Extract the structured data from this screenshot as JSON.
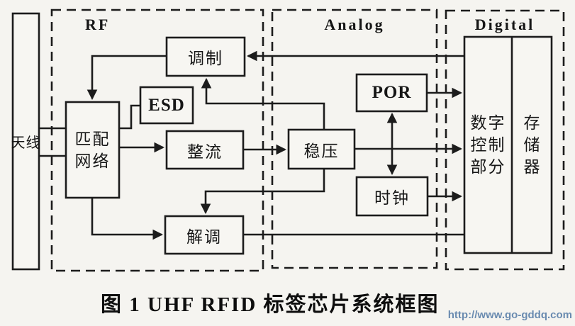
{
  "figure": {
    "caption": "图 1  UHF RFID 标签芯片系统框图",
    "watermark": {
      "text": "http://www.go-gddq.com",
      "color": "#5b80aa"
    }
  },
  "diagram": {
    "antenna_label": "天线",
    "regions": {
      "rf": "RF",
      "analog": "Analog",
      "digital": "Digital"
    },
    "blocks": {
      "modulator": "调制",
      "esd": "ESD",
      "matching_network": [
        "匹配",
        "网络"
      ],
      "rectifier": "整流",
      "regulator": "稳压",
      "por": "POR",
      "clock": "时钟",
      "demodulator": "解调",
      "digital_control": [
        "数字",
        "控制",
        "部分"
      ],
      "memory": [
        "存",
        "储",
        "器"
      ]
    },
    "colors": {
      "line": "#1c1c1c",
      "background": "#f5f4f0",
      "watermark": "#5b80aa"
    }
  }
}
